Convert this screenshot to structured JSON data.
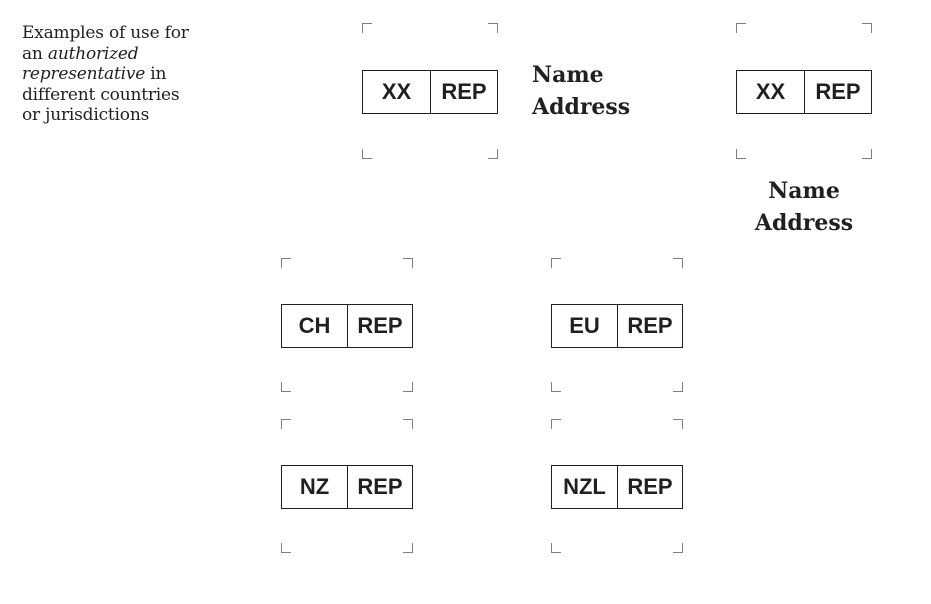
{
  "description": {
    "line1": "Examples of use for",
    "line2_prefix": "an ",
    "line2_italic": "authorized",
    "line3_italic": "representative",
    "line3_suffix": " in",
    "line4": "different countries",
    "line5": "or jurisdictions"
  },
  "symbols": [
    {
      "country": "XX",
      "label": "REP"
    },
    {
      "country": "XX",
      "label": "REP"
    },
    {
      "country": "CH",
      "label": "REP"
    },
    {
      "country": "EU",
      "label": "REP"
    },
    {
      "country": "NZ",
      "label": "REP"
    },
    {
      "country": "NZL",
      "label": "REP"
    }
  ],
  "name_address": [
    {
      "name": "Name",
      "address": "Address"
    },
    {
      "name": "Name",
      "address": "Address"
    }
  ]
}
